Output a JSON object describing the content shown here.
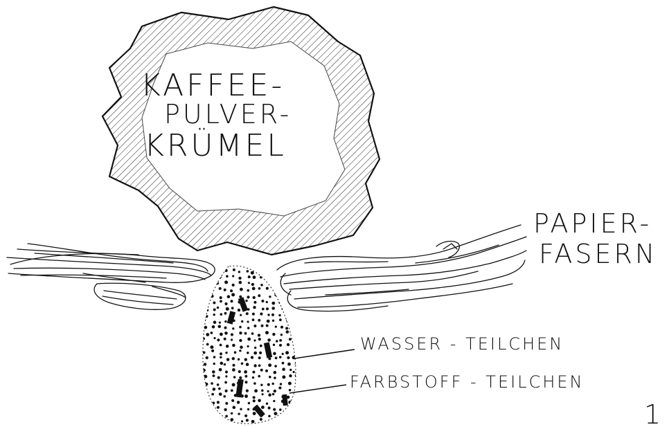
{
  "crumb_label": {
    "line1": "KAFFEE-",
    "line2": "PULVER-",
    "line3": "KRÜMEL"
  },
  "fibers_label": {
    "line1": "PAPIER-",
    "line2": "FASERN"
  },
  "water_label": "WASSER - TEILCHEN",
  "dye_label": "FARBSTOFF - TEILCHEN",
  "corner_mark": "1",
  "colors": {
    "ink": "#111111",
    "paper": "#ffffff"
  }
}
